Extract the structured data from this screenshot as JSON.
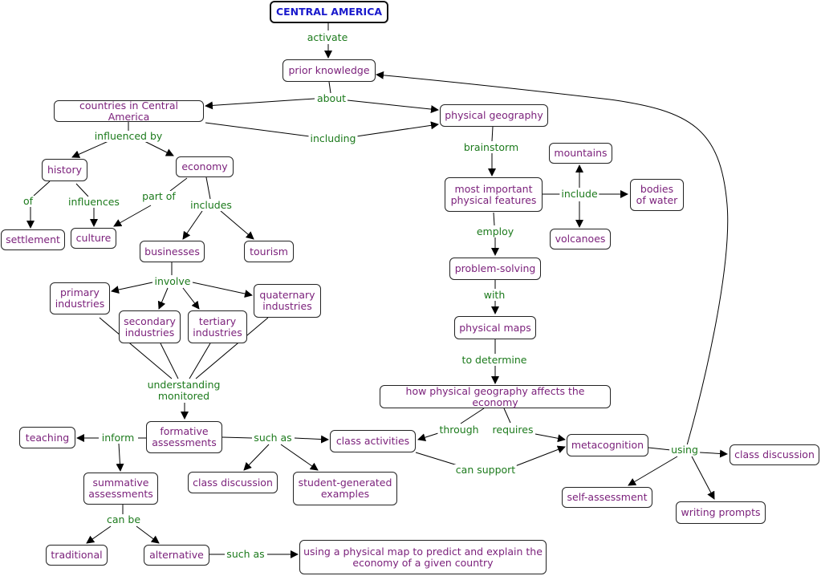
{
  "nodes": {
    "central": "CENTRAL AMERICA",
    "prior": "prior knowledge",
    "countries": "countries in Central America",
    "physgeo": "physical geography",
    "history": "history",
    "economy": "economy",
    "settlement": "settlement",
    "culture": "culture",
    "businesses": "businesses",
    "tourism": "tourism",
    "primary": "primary\nindustries",
    "secondary": "secondary\nindustries",
    "tertiary": "tertiary\nindustries",
    "quaternary": "quaternary\nindustries",
    "formative": "formative\nassessments",
    "teaching": "teaching",
    "summative": "summative\nassessments",
    "classact": "class activities",
    "classdisc1": "class discussion",
    "studentgen": "student-generated\nexamples",
    "traditional": "traditional",
    "alternative": "alternative",
    "usingmap": "using a physical map to predict and explain the\neconomy of a given country",
    "mountains": "mountains",
    "mostimp": "most important\nphysical features",
    "bodies": "bodies\nof water",
    "volcanoes": "volcanoes",
    "problem": "problem-solving",
    "physmaps": "physical maps",
    "howphys": "how physical geography affects the economy",
    "metacog": "metacognition",
    "classdisc2": "class discussion",
    "selfassess": "self-assessment",
    "writing": "writing prompts"
  },
  "links": {
    "activate": "activate",
    "about": "about",
    "including": "including",
    "influenced_by": "influenced by",
    "of": "of",
    "influences": "influences",
    "part_of": "part of",
    "includes": "includes",
    "involve": "involve",
    "understanding": "understanding\nmonitored",
    "inform": "inform",
    "such_as1": "such as",
    "can_be": "can be",
    "such_as2": "such as",
    "through": "through",
    "requires": "requires",
    "can_support": "can support",
    "using": "using",
    "brainstorm": "brainstorm",
    "include": "include",
    "employ": "employ",
    "with": "with",
    "to_determine": "to determine"
  }
}
